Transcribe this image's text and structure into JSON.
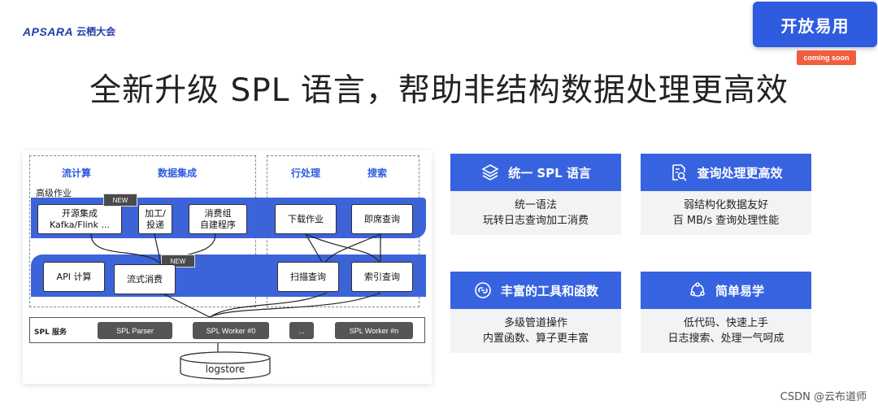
{
  "brand": {
    "mark": "APSARA",
    "cn": "云栖大会"
  },
  "badge": {
    "open": "开放易用",
    "soon": "coming soon"
  },
  "title": "全新升级 SPL 语言，帮助非结构数据处理更高效",
  "diagram": {
    "col_stream": "流计算",
    "col_data": "数据集成",
    "col_row": "行处理",
    "col_search": "搜索",
    "advanced_label": "高级作业",
    "new1": "NEW",
    "new2": "NEW",
    "box_opensource": "开源集成\nKafka/Flink ...",
    "box_process": "加工/\n投递",
    "box_consumer": "消费组\n自建程序",
    "box_download": "下载作业",
    "box_adhoc": "即席查询",
    "box_api": "API 计算",
    "box_stream": "流式消费",
    "box_scan": "扫描查询",
    "box_index": "索引查询",
    "svc_label": "SPL 服务",
    "svc_parser": "SPL Parser",
    "svc_worker0": "SPL Worker #0",
    "svc_dots": "...",
    "svc_workern": "SPL Worker #n",
    "logstore": "logstore"
  },
  "cards": [
    {
      "title": "统一 SPL 语言",
      "line1": "统一语法",
      "line2": "玩转日志查询加工消费",
      "icon": "layers-icon"
    },
    {
      "title": "查询处理更高效",
      "line1": "弱结构化数据友好",
      "line2": "百 MB/s 查询处理性能",
      "icon": "search-doc-icon"
    },
    {
      "title": "丰富的工具和函数",
      "line1": "多级管道操作",
      "line2": "内置函数、算子更丰富",
      "icon": "link-icon"
    },
    {
      "title": "简单易学",
      "line1": "低代码、快速上手",
      "line2": "日志搜索、处理一气呵成",
      "icon": "network-icon"
    }
  ],
  "footer": "CSDN @云布道师"
}
